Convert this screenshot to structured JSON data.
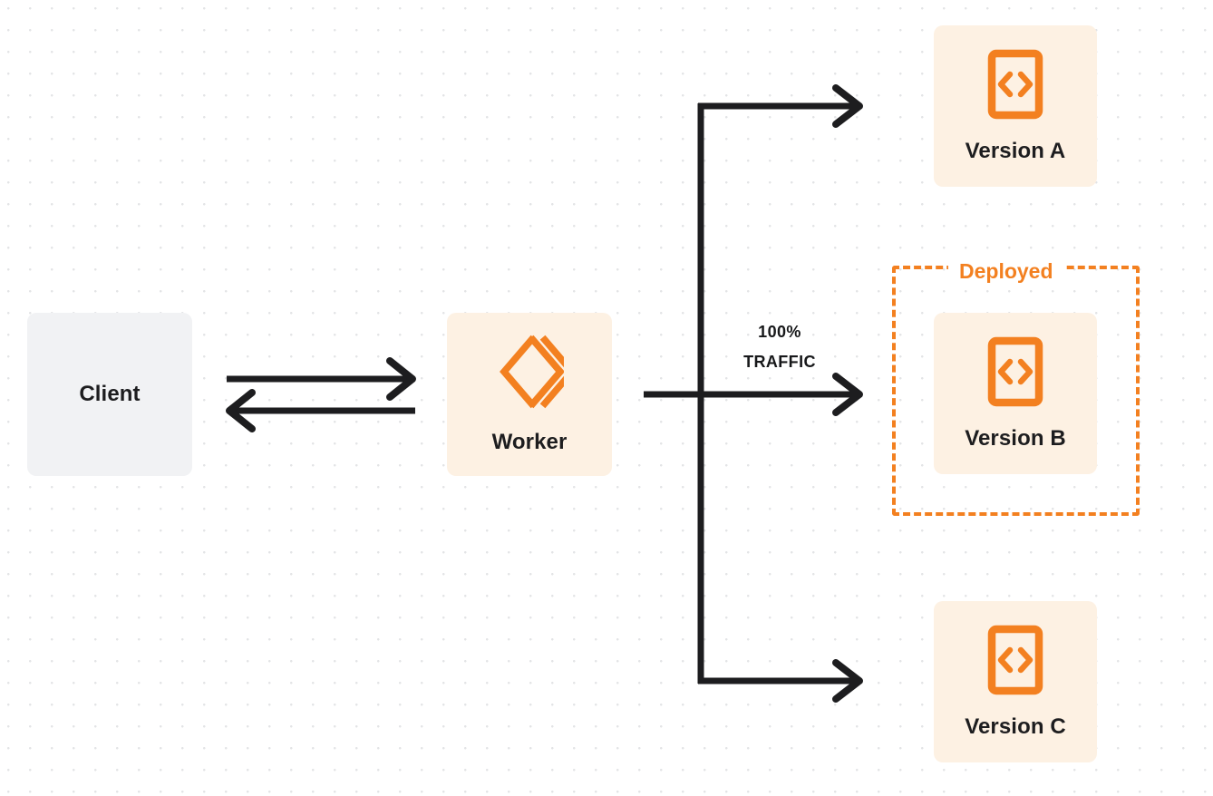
{
  "diagram": {
    "title": "Worker version traffic routing",
    "background": "#ffffff",
    "dot_grid_color": "#e3e4e6",
    "colors": {
      "accent_orange": "#f38020",
      "card_orange_bg": "#fdf1e3",
      "client_gray_bg": "#f1f2f4",
      "edge_dark": "#1d1d1f",
      "text_dark": "#1d1d1f"
    }
  },
  "nodes": {
    "client": {
      "label": "Client",
      "icon": "none"
    },
    "worker": {
      "label": "Worker",
      "icon": "cloudflare-workers-logo"
    },
    "versions": [
      {
        "id": "a",
        "label": "Version A",
        "icon": "code-document-icon"
      },
      {
        "id": "b",
        "label": "Version B",
        "icon": "code-document-icon"
      },
      {
        "id": "c",
        "label": "Version C",
        "icon": "code-document-icon"
      }
    ]
  },
  "groups": {
    "deployed": {
      "label": "Deployed",
      "contains": "Version B",
      "border_style": "dashed",
      "border_color": "#f38020"
    }
  },
  "edges": {
    "client_to_worker": {
      "label": "",
      "direction": "right",
      "style": "solid"
    },
    "worker_to_client": {
      "label": "",
      "direction": "left",
      "style": "solid"
    },
    "worker_to_versions": {
      "traffic_percent": "100%",
      "traffic_word": "TRAFFIC",
      "targets": [
        "Version A",
        "Version B",
        "Version C"
      ],
      "active_target": "Version B"
    }
  }
}
